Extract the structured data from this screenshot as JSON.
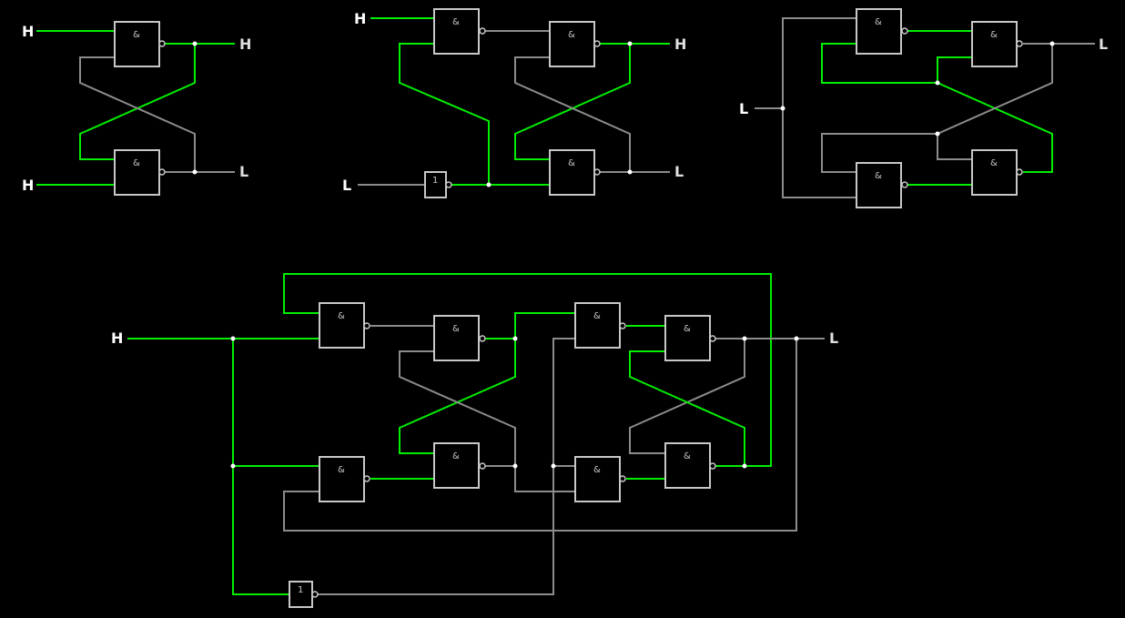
{
  "colors": {
    "background": "#000000",
    "high": "#00ee00",
    "low": "#8c8c8c",
    "gate": "#c8c8c8"
  },
  "gate_symbols": {
    "nand": "&",
    "not": "1"
  },
  "circuit1": {
    "in_top": "H",
    "in_bottom": "H",
    "out_top": "H",
    "out_bottom": "L"
  },
  "circuit2": {
    "in_top": "H",
    "in_bottom": "L",
    "out_top": "H",
    "out_bottom": "L"
  },
  "circuit3": {
    "in": "L",
    "out": "L"
  },
  "circuit4": {
    "in": "H",
    "out": "L"
  }
}
